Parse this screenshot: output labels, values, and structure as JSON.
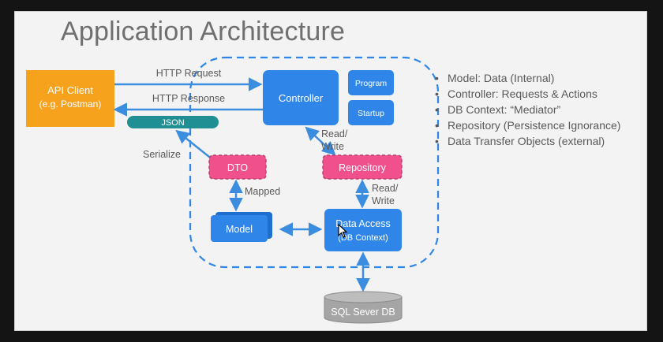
{
  "title": "Application Architecture",
  "diagram": {
    "api_client": {
      "line1": "API Client",
      "line2": "(e.g. Postman)"
    },
    "http_request": "HTTP Request",
    "http_response": "HTTP Response",
    "json": "JSON",
    "controller": "Controller",
    "program": "Program",
    "startup": "Startup",
    "read_write_1": {
      "line1": "Read/",
      "line2": "Write"
    },
    "serialize": "Serialize",
    "dto": "DTO",
    "repository": "Repository",
    "mapped": "Mapped",
    "read_write_2": {
      "line1": "Read/",
      "line2": "Write"
    },
    "model": "Model",
    "data_access": {
      "line1": "Data Access",
      "line2": "(DB Context)"
    },
    "sql_db": "SQL Sever DB"
  },
  "bullets": [
    "Model: Data (Internal)",
    "Controller: Requests & Actions",
    "DB Context: “Mediator”",
    "Repository (Persistence Ignorance)",
    "Data Transfer Objects (external)"
  ],
  "colors": {
    "orange": "#f6a21c",
    "blue": "#2f86e8",
    "pink": "#f0508c",
    "teal": "#1f8f93",
    "arrow": "#3b8de0",
    "gray": "#a5a5a5"
  }
}
